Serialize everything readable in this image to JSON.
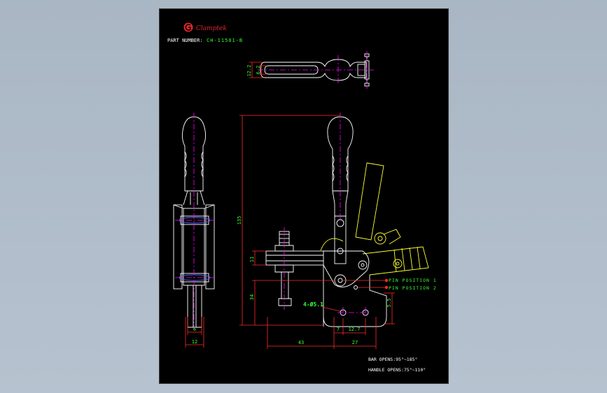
{
  "title_block": {
    "brand": "Clamptek",
    "part_number_label": "PART NUMBER:",
    "part_number_value": "CH-11501-B"
  },
  "dimensions": {
    "top_width": "12.2",
    "top_inner": "6.2",
    "height_total": "135",
    "height_upper": "11",
    "height_lower": "34",
    "height_small": "5.5",
    "side_width_inner": "6",
    "side_width_outer": "12",
    "base_left": "43",
    "base_right": "27",
    "base_7": "7",
    "base_12_7": "12.7",
    "hole_spec": "4-Ø5.1"
  },
  "annotations": {
    "pin_position_1": "PIN POSITION 1",
    "pin_position_2": "PIN POSITION 2",
    "bar_opens": "BAR OPENS:95°~185°",
    "handle_opens": "HANDLE OPENS:75°~110°"
  },
  "colors": {
    "background": "#000000",
    "outline": "#ffffff",
    "dimension": "#ff2a2a",
    "centerline": "#ff00ff",
    "text_green": "#33ff33",
    "handle_yellow": "#ffff33",
    "brand_red": "#e3262c"
  }
}
